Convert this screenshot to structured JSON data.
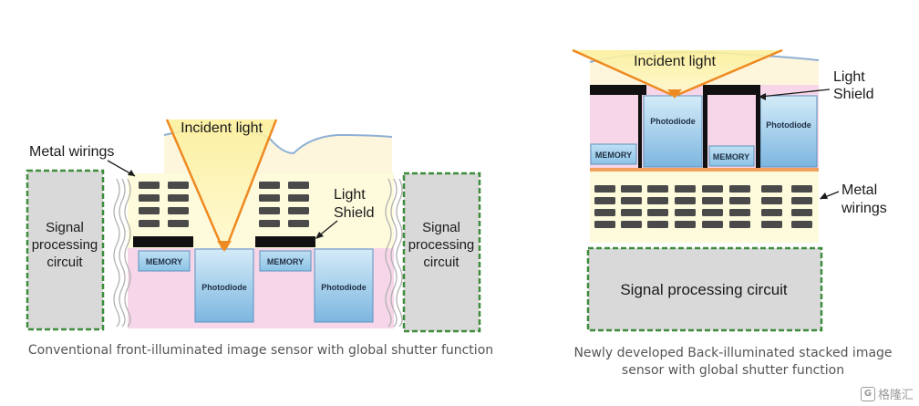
{
  "left": {
    "incident_light": "Incident light",
    "metal_wirings": "Metal wirings",
    "light_shield": [
      "Light",
      "Shield"
    ],
    "signal_circuit": [
      "Signal",
      "processing",
      "circuit"
    ],
    "memory": "MEMORY",
    "photodiode": "Photodiode",
    "caption": "Conventional front-illuminated image sensor with global shutter function"
  },
  "right": {
    "incident_light": "Incident light",
    "light_shield": [
      "Light",
      "Shield"
    ],
    "metal_wirings": [
      "Metal",
      "wirings"
    ],
    "memory": "MEMORY",
    "photodiode": "Photodiode",
    "signal_circuit": "Signal processing circuit",
    "caption": [
      "Newly developed Back-illuminated stacked image",
      "sensor with global shutter function"
    ]
  },
  "watermark": {
    "logo": "G",
    "text": "格隆汇"
  },
  "colors": {
    "lens": "#fdf6d8",
    "lens_outline": "#8fb0d6",
    "light_beam": "#fbef9a",
    "light_ray": "#ee8a22",
    "wiring_layer": "#fdfbdc",
    "wire": "#4a4a4a",
    "silicon": "#f6d6e8",
    "photodiode": "#8fc3e6",
    "memory": "#a8d2ec",
    "shield": "#111111",
    "circuit_fill": "#d9d9d9",
    "circuit_border": "#3c8c3c"
  }
}
